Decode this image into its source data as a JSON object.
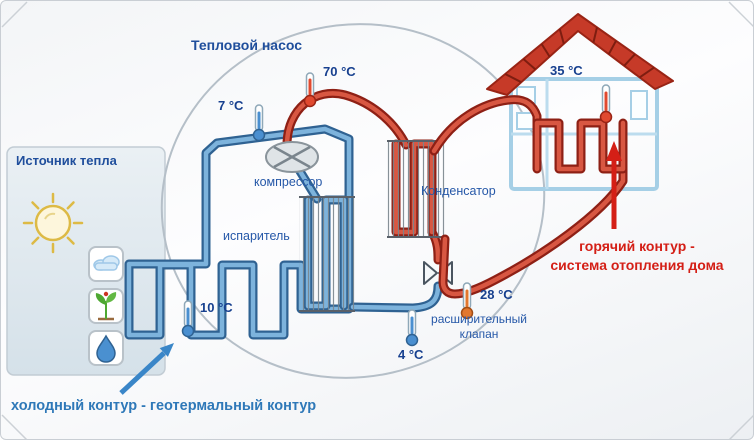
{
  "diagram_title": "Тепловой насос",
  "heat_source_panel": {
    "title": "Источник тепла",
    "icons": [
      "sun-icon",
      "cloud-icon",
      "sprout-icon",
      "water-drop-icon"
    ]
  },
  "components": {
    "compressor": "компрессор",
    "condenser": "Конденсатор",
    "evaporator": "испаритель",
    "expansion_valve": "расширительный клапан"
  },
  "temperatures": {
    "after_compressor": "70 °C",
    "before_compressor": "7 °C",
    "house_radiator": "35 °C",
    "ground_loop": "10 °C",
    "heating_return": "28 °C",
    "after_expansion_valve": "4 °C"
  },
  "captions": {
    "hot_circuit_line1": "горячий контур -",
    "hot_circuit_line2": "система отопления дома",
    "cold_circuit": "холодный контур - геотермальный контур"
  },
  "colors": {
    "hot_accent": "#d41f16",
    "cold_accent": "#2e78b8",
    "label_blue": "#17408f",
    "pipe_red": "#d85742",
    "pipe_blue": "#7db3dc"
  }
}
